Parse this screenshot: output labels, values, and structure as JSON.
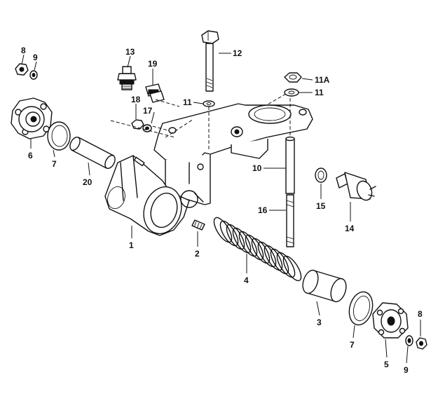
{
  "callouts": {
    "c1": "1",
    "c2": "2",
    "c3": "3",
    "c4": "4",
    "c5": "5",
    "c6": "6",
    "c7a": "7",
    "c7b": "7",
    "c8a": "8",
    "c8b": "8",
    "c9a": "9",
    "c9b": "9",
    "c10": "10",
    "c11a": "11",
    "c11b": "11",
    "c11A": "11A",
    "c12": "12",
    "c13": "13",
    "c14": "14",
    "c15": "15",
    "c16": "16",
    "c17": "17",
    "c18": "18",
    "c19": "19",
    "c20": "20"
  }
}
